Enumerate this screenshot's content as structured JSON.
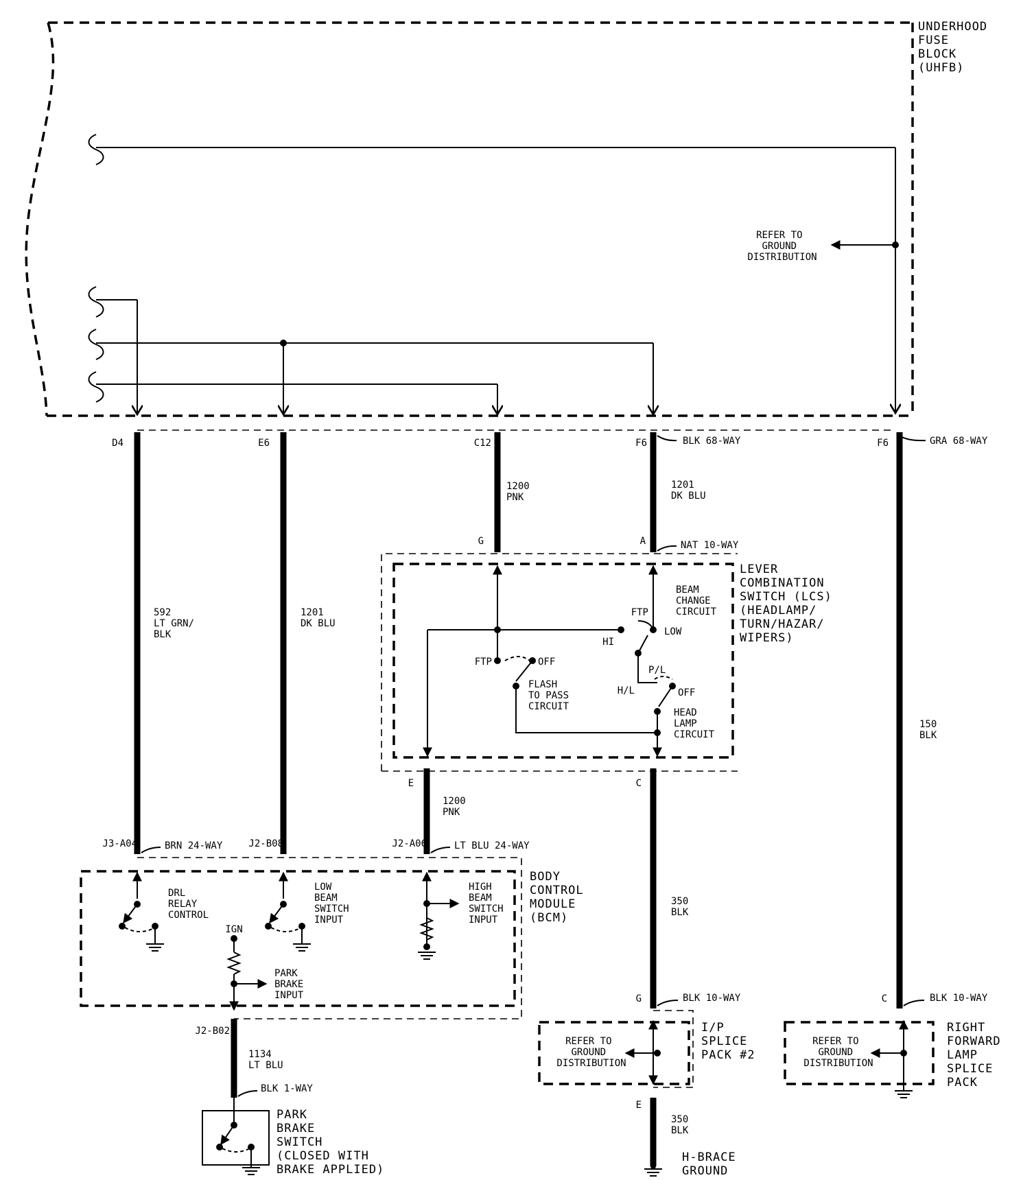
{
  "uhfb": {
    "label_lines": [
      "UNDERHOOD",
      "FUSE",
      "BLOCK",
      "(UHFB)"
    ],
    "ground_ref_lines": [
      "REFER TO",
      "GROUND",
      "DISTRIBUTION"
    ]
  },
  "terminals": {
    "d4": "D4",
    "e6": "E6",
    "c12": "C12",
    "f6a": "F6",
    "f6a_conn": "BLK 68-WAY",
    "f6b": "F6",
    "f6b_conn": "GRA 68-WAY",
    "g": "G",
    "a": "A",
    "a_conn": "NAT 10-WAY",
    "e_lcs": "E",
    "c_lcs": "C",
    "j3": "J3-A04",
    "j3_conn": "BRN 24-WAY",
    "j2b08": "J2-B08",
    "j2a06": "J2-A06",
    "j2a06_conn": "LT BLU 24-WAY",
    "g_bot": "G",
    "g_bot_conn": "BLK 10-WAY",
    "c_bot": "C",
    "c_bot_conn": "BLK 10-WAY",
    "j2b02": "J2-B02",
    "blk1_conn": "BLK 1-WAY",
    "e_bot": "E"
  },
  "wires": {
    "w1200_top": [
      "1200",
      "PNK"
    ],
    "w1201_top": [
      "1201",
      "DK BLU"
    ],
    "w592": [
      "592",
      "LT GRN/",
      "BLK"
    ],
    "w1201_mid": [
      "1201",
      "DK BLU"
    ],
    "w150": [
      "150",
      "BLK"
    ],
    "w1200_mid": [
      "1200",
      "PNK"
    ],
    "w350_mid": [
      "350",
      "BLK"
    ],
    "w1134": [
      "1134",
      "LT BLU"
    ],
    "w350_bot": [
      "350",
      "BLK"
    ]
  },
  "lcs": {
    "label_lines": [
      "LEVER",
      "COMBINATION",
      "SWITCH (LCS)",
      "(HEADLAMP/",
      "TURN/HAZAR/",
      "WIPERS)"
    ],
    "beam_change_lines": [
      "BEAM",
      "CHANGE",
      "CIRCUIT"
    ],
    "ftp": "FTP",
    "hi": "HI",
    "low": "LOW",
    "ftp2": "FTP",
    "off": "OFF",
    "flash_lines": [
      "FLASH",
      "TO PASS",
      "CIRCUIT"
    ],
    "pl": "P/L",
    "hl": "H/L",
    "off2": "OFF",
    "head_lamp_lines": [
      "HEAD",
      "LAMP",
      "CIRCUIT"
    ]
  },
  "bcm": {
    "label_lines": [
      "BODY",
      "CONTROL",
      "MODULE",
      "(BCM)"
    ],
    "drl_lines": [
      "DRL",
      "RELAY",
      "CONTROL"
    ],
    "low_beam_lines": [
      "LOW",
      "BEAM",
      "SWITCH",
      "INPUT"
    ],
    "high_beam_lines": [
      "HIGH",
      "BEAM",
      "SWITCH",
      "INPUT"
    ],
    "ign": "IGN",
    "park_brake_lines": [
      "PARK",
      "BRAKE",
      "INPUT"
    ]
  },
  "ip_splice": {
    "label_lines": [
      "I/P",
      "SPLICE",
      "PACK #2"
    ],
    "ref_lines": [
      "REFER TO",
      "GROUND",
      "DISTRIBUTION"
    ]
  },
  "rflsp": {
    "label_lines": [
      "RIGHT",
      "FORWARD",
      "LAMP",
      "SPLICE",
      "PACK"
    ],
    "ref_lines": [
      "REFER TO",
      "GROUND",
      "DISTRIBUTION"
    ]
  },
  "park_brake_switch": {
    "label_lines": [
      "PARK",
      "BRAKE",
      "SWITCH",
      "(CLOSED WITH",
      "BRAKE APPLIED)"
    ]
  },
  "hbrace": {
    "label_lines": [
      "H-BRACE",
      "GROUND"
    ]
  }
}
